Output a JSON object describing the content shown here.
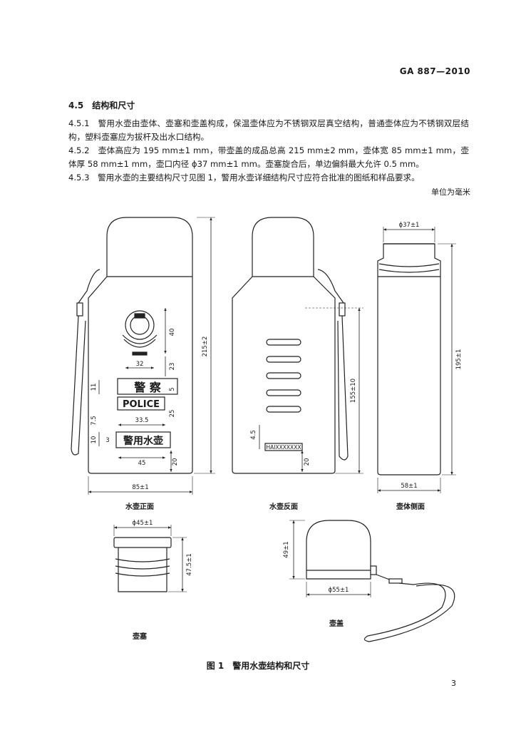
{
  "header": {
    "standard_code": "GA 887—2010"
  },
  "section": {
    "title": "4.5　结构和尺寸",
    "paragraphs": [
      "4.5.1　警用水壶由壶体、壶塞和壶盖构成，保温壶体应为不锈钢双层真空结构，普通壶体应为不锈钢双层结构，塑料壶塞应为拔杆及出水口结构。",
      "4.5.2　壶体高应为 195 mm±1 mm，带壶盖的成品总高 215 mm±2 mm，壶体宽 85 mm±1 mm，壶体厚 58 mm±1 mm，壶口内径 ϕ37 mm±1 mm。壶塞旋合后，单边偏斜最大允许 0.5 mm。",
      "4.5.3　警用水壶的主要结构尺寸见图 1，警用水壶详细结构尺寸应符合批准的图纸和样品要求。"
    ],
    "unit_note": "单位为毫米"
  },
  "figure": {
    "caption": "图 1　警用水壶结构和尺寸",
    "views": {
      "front": {
        "label": "水壶正面",
        "text_police_cn": "警 察",
        "text_police_en": "POLICE",
        "text_kettle": "警用水壶",
        "dims": {
          "total_height": "215±2",
          "width": "85±1",
          "emblem_h": "40",
          "emblem_w": "32",
          "gap_23": "23",
          "cn_h": "11",
          "gap_5": "5",
          "gap_25": "25",
          "en_w": "33.5",
          "gap_7_5": "7.5",
          "kettle_h": "10",
          "gap_3": "3",
          "kettle_w": "45",
          "bottom": "20"
        }
      },
      "back": {
        "label": "水壶反面",
        "serial": "HAIXXXXXXX",
        "dims": {
          "scale_h": "155±10",
          "gap_4_5": "4.5",
          "bottom": "20"
        }
      },
      "side": {
        "label": "壶体侧面",
        "dims": {
          "mouth": "ϕ37±1",
          "height": "195±1",
          "thickness": "58±1"
        }
      },
      "stopper": {
        "label": "壶塞",
        "dims": {
          "diameter": "ϕ45±1",
          "height": "47.5±1"
        }
      },
      "lid": {
        "label": "壶盖",
        "dims": {
          "height": "49±1",
          "diameter": "ϕ55±1"
        }
      }
    }
  },
  "footer": {
    "page_number": "3"
  }
}
